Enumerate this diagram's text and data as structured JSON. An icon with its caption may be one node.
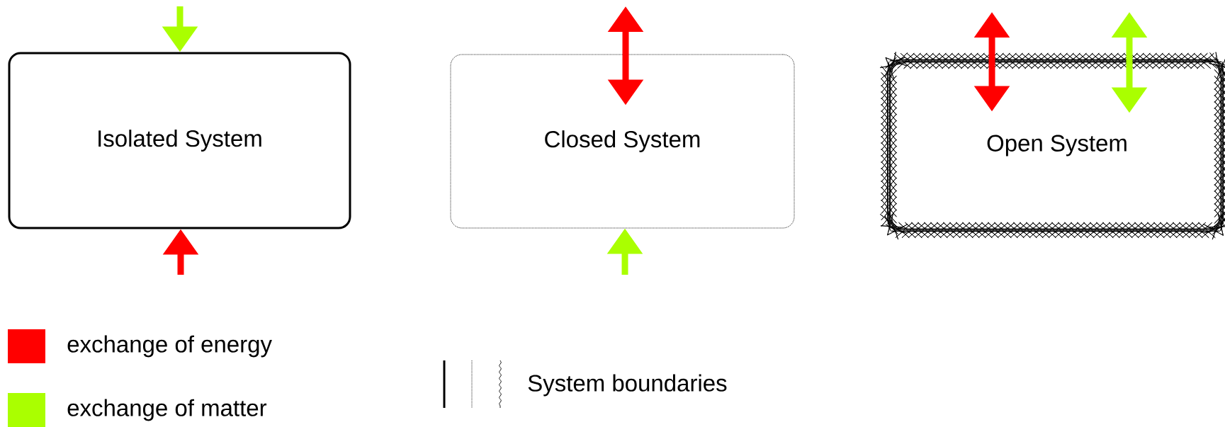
{
  "diagram": {
    "nodes": [
      {
        "text": [
          "Isolated System"
        ]
      },
      {
        "text": [
          "Closed System"
        ]
      },
      {
        "text": [
          "Open System"
        ]
      }
    ],
    "edges": [
      {
        "from": null,
        "to": 0,
        "arrow": "to",
        "color": "#aaff00"
      },
      {
        "from": null,
        "to": 0,
        "arrow": "to",
        "color": "#ff0000"
      },
      {
        "from": null,
        "to": 1,
        "arrow": "both",
        "color": "#ff0000"
      },
      {
        "from": null,
        "to": 1,
        "arrow": "to",
        "color": "#aaff00"
      },
      {
        "from": null,
        "to": 2,
        "arrow": "both",
        "color": "#ff0000"
      },
      {
        "from": null,
        "to": 2,
        "arrow": "both",
        "color": "#aaff00"
      }
    ],
    "legend": [
      {
        "text": "exchange of energy",
        "color": "#ff0000"
      },
      {
        "text": "exchange of matter",
        "color": "#aaff00"
      },
      {
        "text": "System boundaries"
      }
    ]
  }
}
